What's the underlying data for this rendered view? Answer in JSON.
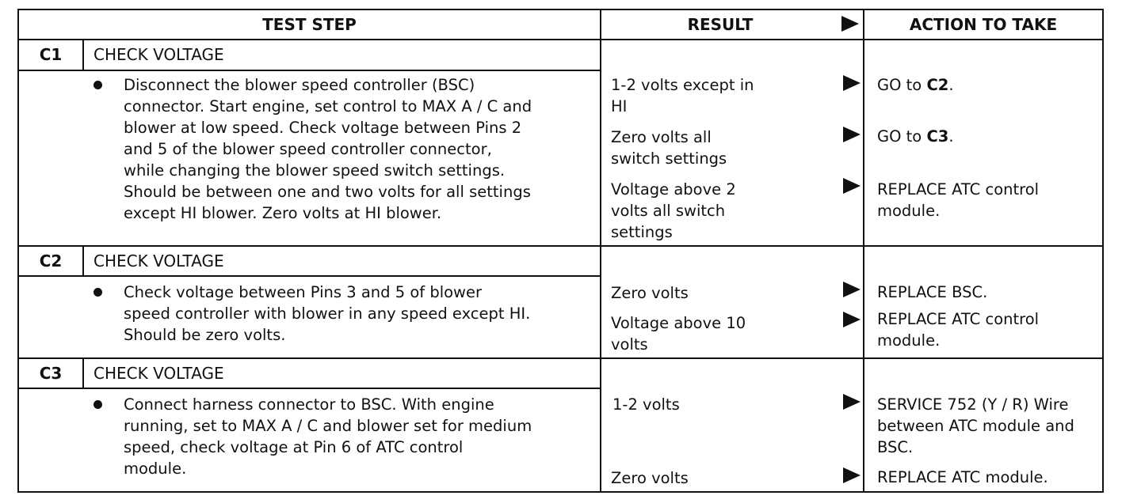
{
  "headers": {
    "test_step": "TEST STEP",
    "result": "RESULT",
    "action": "ACTION TO TAKE"
  },
  "steps": [
    {
      "id": "C1",
      "title": "CHECK VOLTAGE",
      "instruction": "Disconnect the blower speed controller (BSC)\nconnector. Start engine, set control to MAX A / C and\nblower at low speed. Check voltage between Pins 2\nand 5 of the blower speed controller connector,\nwhile changing the blower speed switch settings.\nShould be between one and two volts for all settings\nexcept HI blower. Zero volts at HI blower.",
      "outcomes": [
        {
          "result": "1-2 volts except in\nHI",
          "action_text": "GO to ",
          "action_ref": "C2",
          "action_suffix": "."
        },
        {
          "result": "Zero volts all\nswitch settings",
          "action_text": "GO to ",
          "action_ref": "C3",
          "action_suffix": "."
        },
        {
          "result": "Voltage above 2\nvolts all switch\nsettings",
          "action_text": "REPLACE ATC control\nmodule."
        }
      ]
    },
    {
      "id": "C2",
      "title": "CHECK VOLTAGE",
      "instruction": "Check voltage between Pins 3 and 5 of blower\nspeed controller with blower in any speed except HI.\nShould be zero volts.",
      "outcomes": [
        {
          "result": "Zero volts",
          "action_text": "REPLACE BSC."
        },
        {
          "result": "Voltage above 10\nvolts",
          "action_text": "REPLACE ATC control\nmodule."
        }
      ]
    },
    {
      "id": "C3",
      "title": "CHECK VOLTAGE",
      "instruction": "Connect harness connector to BSC. With engine\nrunning, set to MAX A / C and blower set for medium\nspeed, check voltage at Pin 6 of ATC control\nmodule.",
      "outcomes": [
        {
          "result": "1-2 volts",
          "action_text": "SERVICE 752 (Y / R) Wire\nbetween ATC module and\nBSC."
        },
        {
          "result": "Zero volts",
          "action_text": "REPLACE ATC module."
        }
      ]
    }
  ]
}
